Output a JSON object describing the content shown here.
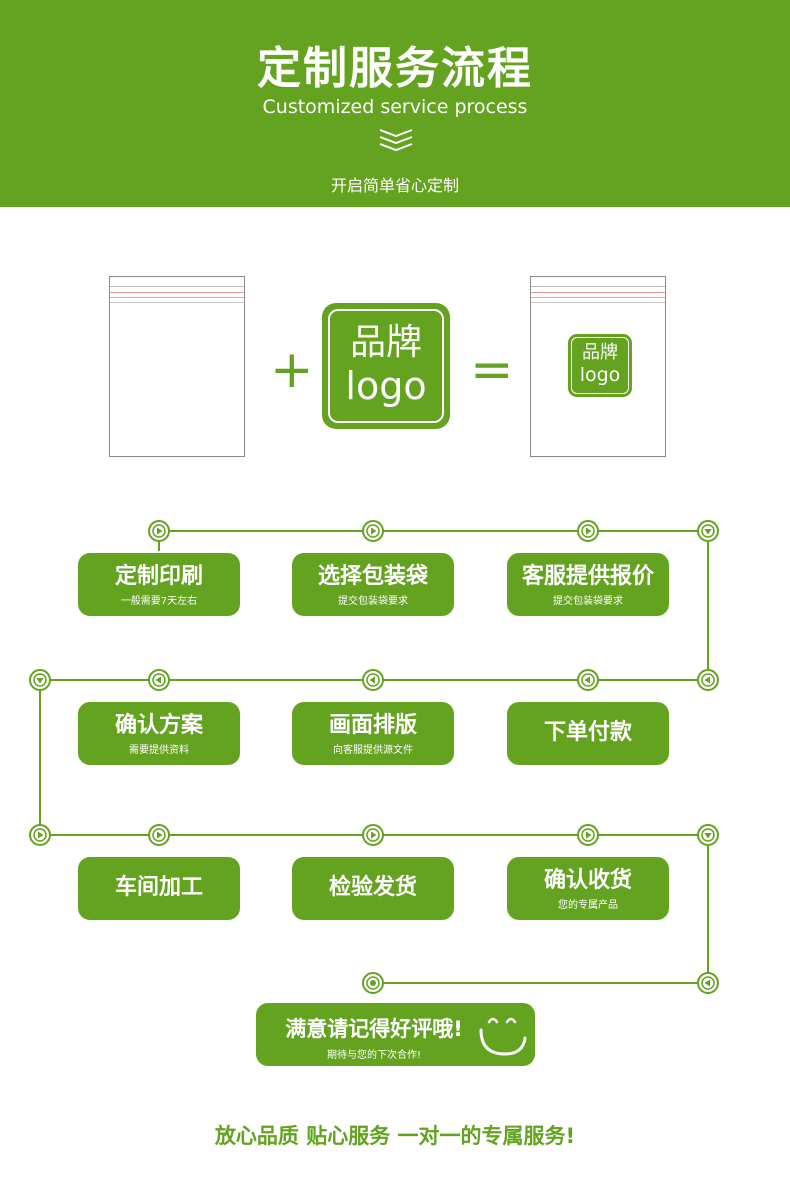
{
  "header": {
    "title": "定制服务流程",
    "subtitle": "Customized service process",
    "tagline": "开启简单省心定制"
  },
  "combo": {
    "logo_line1": "品牌",
    "logo_line2": "logo",
    "plus": "+",
    "equals": "="
  },
  "steps": [
    {
      "main": "定制印刷",
      "sub": "一般需要7天左右"
    },
    {
      "main": "选择包装袋",
      "sub": "提交包装袋要求"
    },
    {
      "main": "客服提供报价",
      "sub": "提交包装袋要求"
    },
    {
      "main": "确认方案",
      "sub": "需要提供资料"
    },
    {
      "main": "画面排版",
      "sub": "向客服提供源文件"
    },
    {
      "main": "下单付款",
      "sub": ""
    },
    {
      "main": "车间加工",
      "sub": ""
    },
    {
      "main": "检验发货",
      "sub": ""
    },
    {
      "main": "确认收货",
      "sub": "您的专属产品"
    }
  ],
  "final": {
    "main": "满意请记得好评哦!",
    "sub": "期待与您的下次合作!"
  },
  "footer": "放心品质 贴心服务 一对一的专属服务!",
  "colors": {
    "brand_green": "#63a31f",
    "white": "#ffffff"
  }
}
